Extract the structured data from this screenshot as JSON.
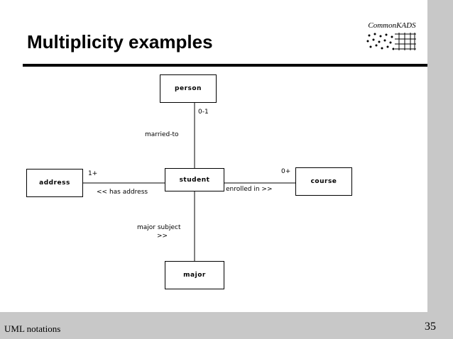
{
  "slide": {
    "title": "Multiplicity examples",
    "logo_text": "CommonKADS",
    "footer_left": "UML notations",
    "page_number": "35"
  },
  "diagram": {
    "classes": {
      "person": "person",
      "student": "student",
      "address": "address",
      "course": "course",
      "major": "major"
    },
    "associations": {
      "married_to": {
        "label": "married-to",
        "multiplicity": "0-1"
      },
      "has_address": {
        "label": "<< has address",
        "multiplicity": "1+"
      },
      "enrolled_in": {
        "label": "enrolled in >>",
        "multiplicity": "0+"
      },
      "major_subject": {
        "label_line1": "major subject",
        "label_line2": ">>"
      }
    }
  }
}
